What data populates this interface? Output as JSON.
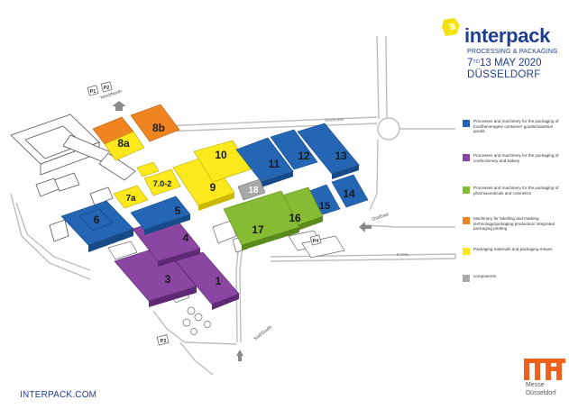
{
  "brand": {
    "name": "interpack",
    "tagline": "PROCESSING & PACKAGING",
    "date_from": "7",
    "date_to_small": "TO",
    "date_rest": "13 MAY 2020",
    "city": "DÜSSELDORF",
    "colors": {
      "primary": "#1f3f8e",
      "logo_mark": "#f5e10a"
    }
  },
  "website": "INTERPACK.COM",
  "organizer": {
    "line1": "Messe",
    "line2": "Düsseldorf",
    "logo_color": "#f0611c"
  },
  "legend": [
    {
      "category": "blue",
      "color": "#2466b3",
      "text": "Processes and machinery for the packaging of food/beverages/ consumer goods/industrial goods"
    },
    {
      "category": "purple",
      "color": "#8b45a3",
      "text": "Processes and machinery for the packaging of confectionery and bakery"
    },
    {
      "category": "green",
      "color": "#86bc34",
      "text": "Processes and machinery for the packaging of pharmaceuticals and cosmetics"
    },
    {
      "category": "orange",
      "color": "#ef8421",
      "text": "Machinery for labelling and marking technology/packaging production/ integrated packaging printing"
    },
    {
      "category": "yellow",
      "color": "#fbe91e",
      "text": "Packaging materials and packaging means"
    },
    {
      "category": "grey",
      "color": "#a9a9a9",
      "text": "components"
    }
  ],
  "halls": [
    {
      "label": "1",
      "category": "purple"
    },
    {
      "label": "3",
      "category": "purple"
    },
    {
      "label": "4",
      "category": "purple"
    },
    {
      "label": "5",
      "category": "blue"
    },
    {
      "label": "6",
      "category": "blue"
    },
    {
      "label": "7a",
      "category": "yellow"
    },
    {
      "label": "7.0-2",
      "category": "yellow"
    },
    {
      "label": "8a",
      "category": "orange"
    },
    {
      "label": "8b",
      "category": "orange"
    },
    {
      "label": "9",
      "category": "yellow"
    },
    {
      "label": "10",
      "category": "yellow"
    },
    {
      "label": "11",
      "category": "blue"
    },
    {
      "label": "12",
      "category": "blue"
    },
    {
      "label": "13",
      "category": "blue"
    },
    {
      "label": "14",
      "category": "blue"
    },
    {
      "label": "15",
      "category": "blue"
    },
    {
      "label": "16",
      "category": "green"
    },
    {
      "label": "17",
      "category": "green"
    },
    {
      "label": "18",
      "category": "grey"
    }
  ],
  "entrances": [
    {
      "name": "north",
      "label": "Nord/North"
    },
    {
      "name": "east",
      "label": "Ost/East"
    },
    {
      "name": "south",
      "label": "Süd/South"
    }
  ],
  "parking": [
    {
      "name": "p1",
      "label": "P1"
    },
    {
      "name": "p2",
      "label": "P2"
    },
    {
      "name": "p3",
      "label": "P3"
    },
    {
      "name": "p4",
      "label": "P4"
    }
  ],
  "roads": [
    {
      "name": "stockumer",
      "label": "Stockumer"
    },
    {
      "name": "b8",
      "label": "B 8/SL"
    }
  ]
}
